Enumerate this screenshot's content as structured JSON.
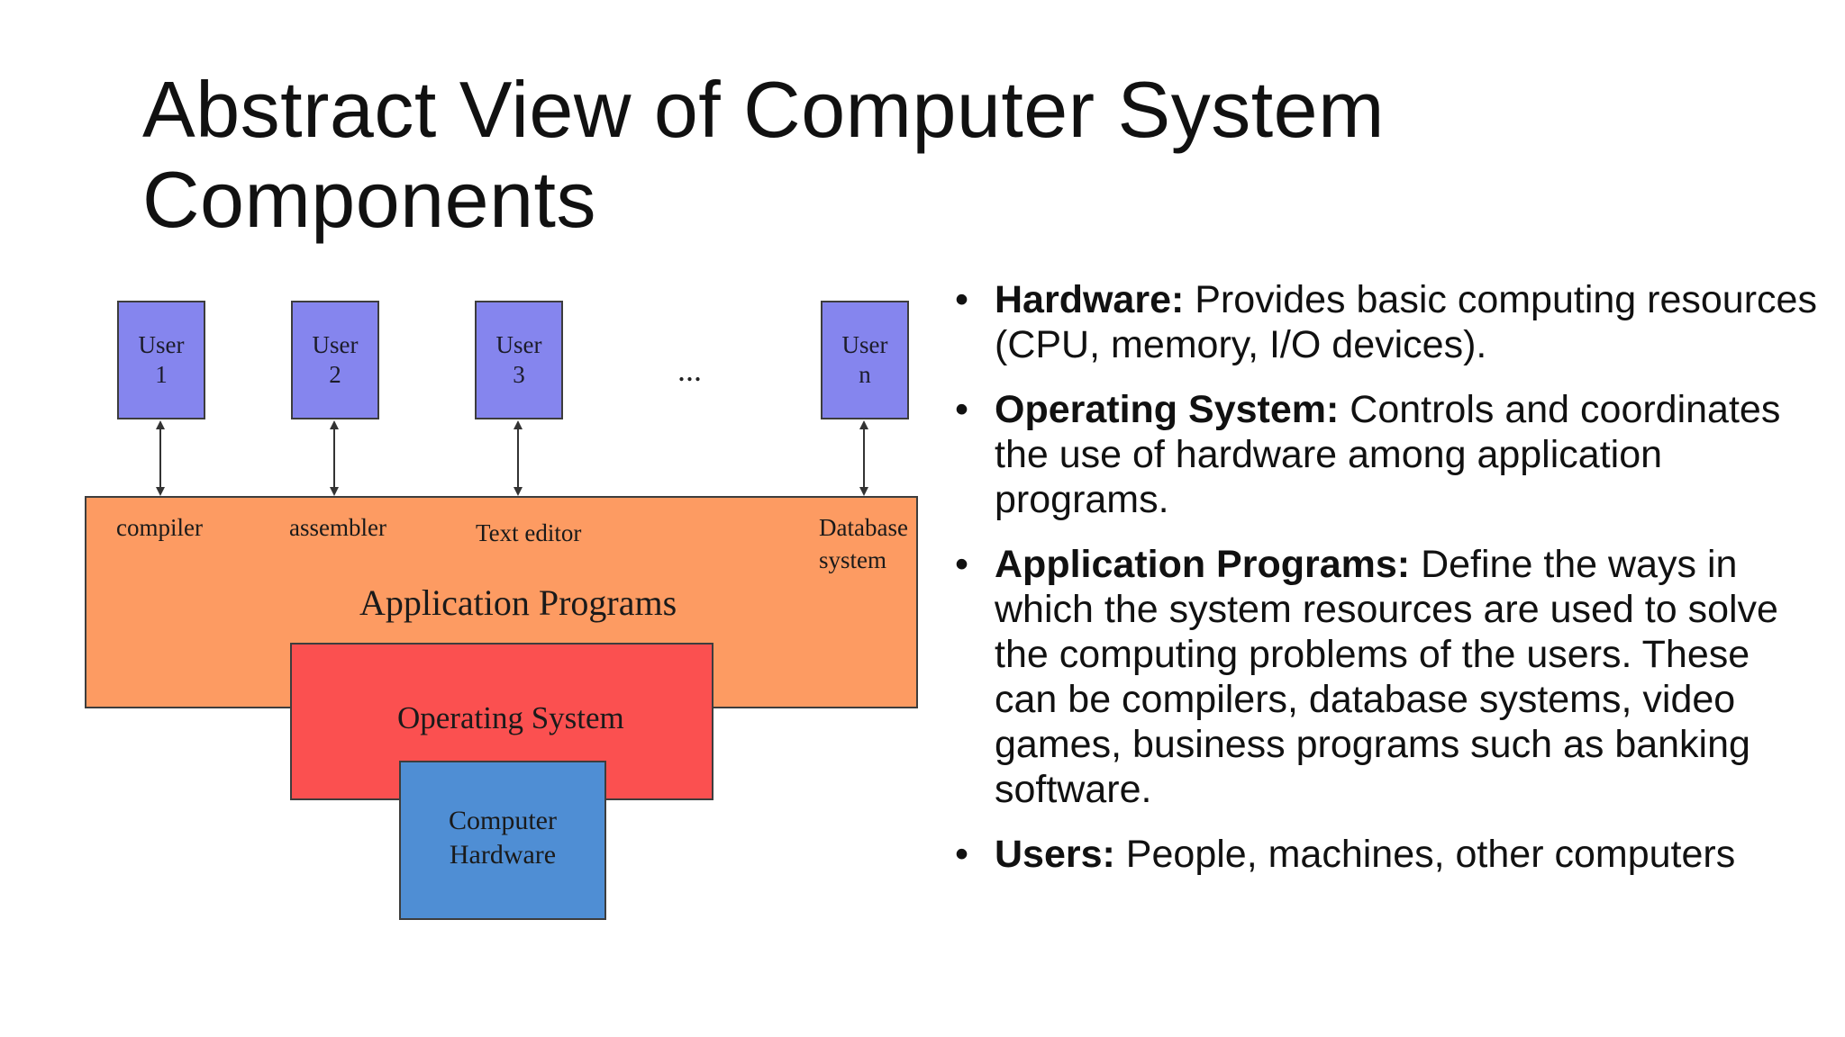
{
  "slide": {
    "title_lines": [
      "Abstract View of Computer System",
      "Components"
    ]
  },
  "diagram": {
    "users": [
      {
        "line1": "User",
        "line2": "1"
      },
      {
        "line1": "User",
        "line2": "2"
      },
      {
        "line1": "User",
        "line2": "3"
      },
      {
        "line1": "User",
        "line2": "n"
      }
    ],
    "ellipsis": "...",
    "apps": {
      "compiler": "compiler",
      "assembler": "assembler",
      "text_editor": "Text editor",
      "database_line1": "Database",
      "database_line2": "system"
    },
    "layers": {
      "application_programs": "Application Programs",
      "operating_system": "Operating System",
      "hardware_line1": "Computer",
      "hardware_line2": "Hardware"
    },
    "colors": {
      "user_box": "#8585ee",
      "application_layer": "#fd9b62",
      "os_layer": "#fb5050",
      "hardware_layer": "#4f8ed4"
    }
  },
  "bullets": [
    {
      "term": "Hardware:",
      "text": " Provides basic computing resources (CPU, memory, I/O devices)."
    },
    {
      "term": "Operating System:",
      "text": " Controls and coordinates the use of hardware among application programs."
    },
    {
      "term": "Application Programs:",
      "text": " Define the ways in which the system resources are used to solve the computing problems of the users. These can be compilers, database systems, video games, business programs such as banking software."
    },
    {
      "term": "Users:",
      "text": " People, machines, other computers"
    }
  ],
  "bullet_symbol": "•"
}
